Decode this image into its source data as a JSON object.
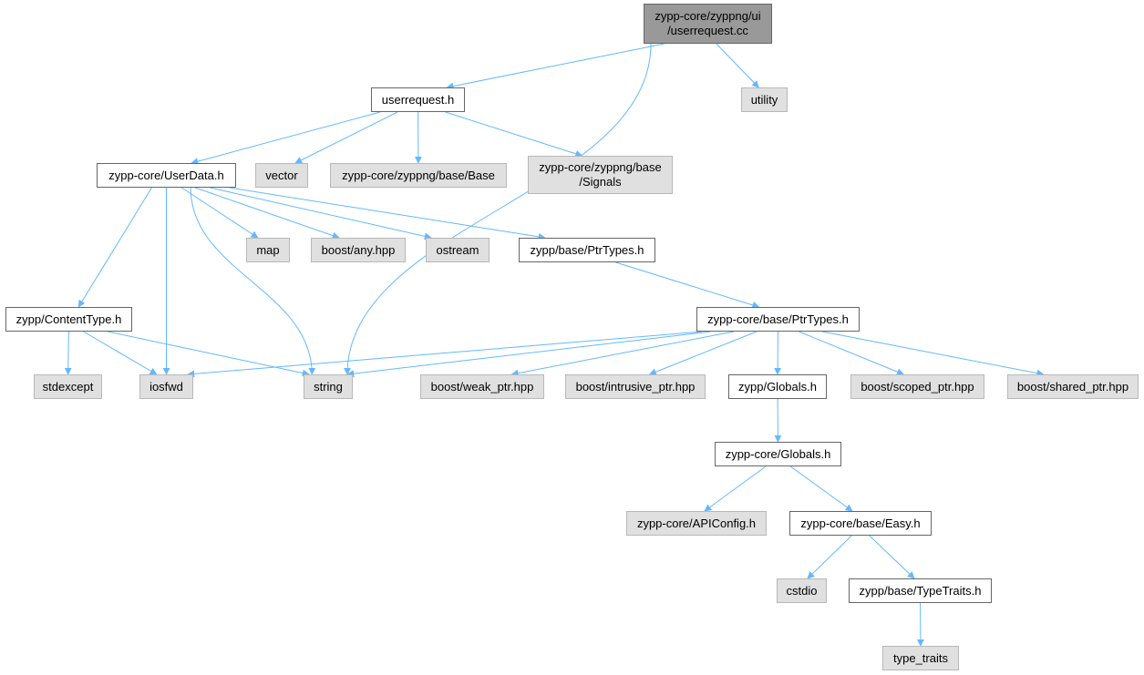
{
  "colors": {
    "edge": "#63b8ff",
    "source_fill": "#999999",
    "local_fill": "#ffffff",
    "external_fill": "#e0e0e0"
  },
  "nodes": [
    {
      "id": "root",
      "label": "zypp-core/zyppng/ui\n/userrequest.cc",
      "kind": "source"
    },
    {
      "id": "userrequest_h",
      "label": "userrequest.h",
      "kind": "local"
    },
    {
      "id": "utility",
      "label": "utility",
      "kind": "external"
    },
    {
      "id": "userdata_h",
      "label": "zypp-core/UserData.h",
      "kind": "local"
    },
    {
      "id": "vector",
      "label": "vector",
      "kind": "external"
    },
    {
      "id": "base_base",
      "label": "zypp-core/zyppng/base/Base",
      "kind": "external"
    },
    {
      "id": "base_signals",
      "label": "zypp-core/zyppng/base\n/Signals",
      "kind": "external"
    },
    {
      "id": "map",
      "label": "map",
      "kind": "external"
    },
    {
      "id": "boost_any",
      "label": "boost/any.hpp",
      "kind": "external"
    },
    {
      "id": "ostream",
      "label": "ostream",
      "kind": "external"
    },
    {
      "id": "zypp_ptrtypes",
      "label": "zypp/base/PtrTypes.h",
      "kind": "local"
    },
    {
      "id": "contenttype_h",
      "label": "zypp/ContentType.h",
      "kind": "local"
    },
    {
      "id": "core_ptrtypes",
      "label": "zypp-core/base/PtrTypes.h",
      "kind": "local"
    },
    {
      "id": "stdexcept",
      "label": "stdexcept",
      "kind": "external"
    },
    {
      "id": "iosfwd",
      "label": "iosfwd",
      "kind": "external"
    },
    {
      "id": "string",
      "label": "string",
      "kind": "external"
    },
    {
      "id": "weak_ptr",
      "label": "boost/weak_ptr.hpp",
      "kind": "external"
    },
    {
      "id": "intrusive_ptr",
      "label": "boost/intrusive_ptr.hpp",
      "kind": "external"
    },
    {
      "id": "zypp_globals",
      "label": "zypp/Globals.h",
      "kind": "local"
    },
    {
      "id": "scoped_ptr",
      "label": "boost/scoped_ptr.hpp",
      "kind": "external"
    },
    {
      "id": "shared_ptr",
      "label": "boost/shared_ptr.hpp",
      "kind": "external"
    },
    {
      "id": "core_globals",
      "label": "zypp-core/Globals.h",
      "kind": "local"
    },
    {
      "id": "apiconfig",
      "label": "zypp-core/APIConfig.h",
      "kind": "external"
    },
    {
      "id": "easy_h",
      "label": "zypp-core/base/Easy.h",
      "kind": "local"
    },
    {
      "id": "cstdio",
      "label": "cstdio",
      "kind": "external"
    },
    {
      "id": "typetraits_h",
      "label": "zypp/base/TypeTraits.h",
      "kind": "local"
    },
    {
      "id": "type_traits",
      "label": "type_traits",
      "kind": "external"
    }
  ],
  "edges": [
    [
      "root",
      "userrequest_h"
    ],
    [
      "root",
      "string"
    ],
    [
      "root",
      "utility"
    ],
    [
      "userrequest_h",
      "userdata_h"
    ],
    [
      "userrequest_h",
      "vector"
    ],
    [
      "userrequest_h",
      "base_base"
    ],
    [
      "userrequest_h",
      "base_signals"
    ],
    [
      "userdata_h",
      "contenttype_h"
    ],
    [
      "userdata_h",
      "iosfwd"
    ],
    [
      "userdata_h",
      "string"
    ],
    [
      "userdata_h",
      "map"
    ],
    [
      "userdata_h",
      "boost_any"
    ],
    [
      "userdata_h",
      "ostream"
    ],
    [
      "userdata_h",
      "zypp_ptrtypes"
    ],
    [
      "zypp_ptrtypes",
      "core_ptrtypes"
    ],
    [
      "contenttype_h",
      "stdexcept"
    ],
    [
      "contenttype_h",
      "iosfwd"
    ],
    [
      "contenttype_h",
      "string"
    ],
    [
      "core_ptrtypes",
      "iosfwd"
    ],
    [
      "core_ptrtypes",
      "string"
    ],
    [
      "core_ptrtypes",
      "weak_ptr"
    ],
    [
      "core_ptrtypes",
      "intrusive_ptr"
    ],
    [
      "core_ptrtypes",
      "zypp_globals"
    ],
    [
      "core_ptrtypes",
      "scoped_ptr"
    ],
    [
      "core_ptrtypes",
      "shared_ptr"
    ],
    [
      "zypp_globals",
      "core_globals"
    ],
    [
      "core_globals",
      "apiconfig"
    ],
    [
      "core_globals",
      "easy_h"
    ],
    [
      "easy_h",
      "cstdio"
    ],
    [
      "easy_h",
      "typetraits_h"
    ],
    [
      "typetraits_h",
      "type_traits"
    ]
  ]
}
